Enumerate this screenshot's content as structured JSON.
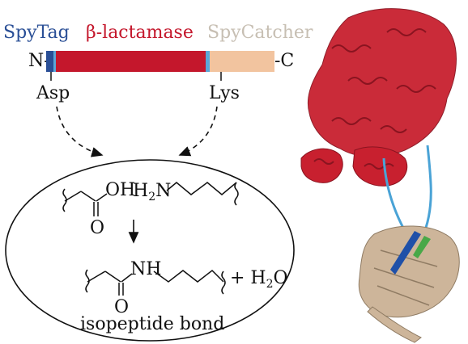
{
  "construct": {
    "labels": {
      "spytag": "SpyTag",
      "lactamase": "β-lactamase",
      "spycatcher": "SpyCatcher",
      "n_terminus": "N-",
      "c_terminus": "-C",
      "asp": "Asp",
      "lys": "Lys"
    },
    "colors": {
      "spytag": "#2a4f96",
      "lactamase": "#c4172c",
      "spycatcher": "#f2c49f",
      "linker": "#5aa7d8",
      "spycatcher_label": "#c7bfb3"
    }
  },
  "reaction": {
    "reactant_oh": "OH",
    "reactant_o": "O",
    "amine": "H2N",
    "amine_h": "H",
    "amine_sub": "2",
    "amine_n": "N",
    "product_nh": "NH",
    "product_o": "O",
    "plus_water": "+ H2O",
    "plus": "+ H",
    "water_sub": "2",
    "water_o": "O",
    "bond_caption": "isopeptide bond"
  },
  "structure": {
    "colors": {
      "lactamase_domain": "#c8202f",
      "linker": "#4aa3d6",
      "spycatcher_domain": "#cdb59a",
      "spytag_strand": "#1f50a8",
      "spycatcher_accent": "#48a848"
    }
  }
}
